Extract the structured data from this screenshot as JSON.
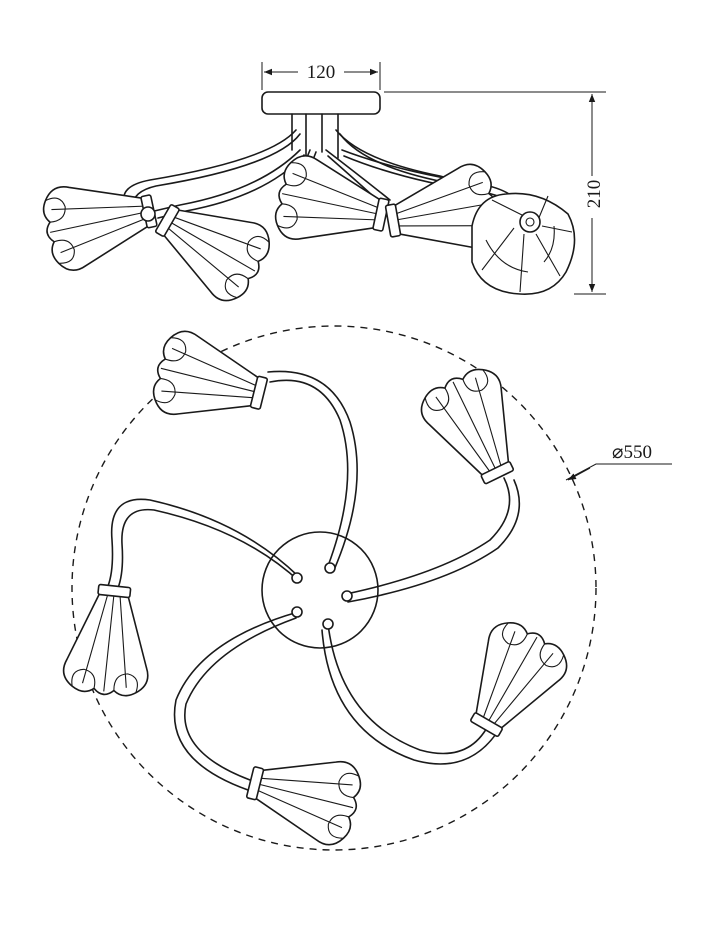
{
  "dimensions": {
    "width_label": "120",
    "height_label": "210",
    "diameter_label": "⌀550"
  },
  "views": {
    "side": "side-elevation",
    "top": "top-plan"
  },
  "colors": {
    "ink": "#1a1a1a",
    "paper": "#ffffff"
  },
  "lamp": {
    "arm_count": 5
  }
}
